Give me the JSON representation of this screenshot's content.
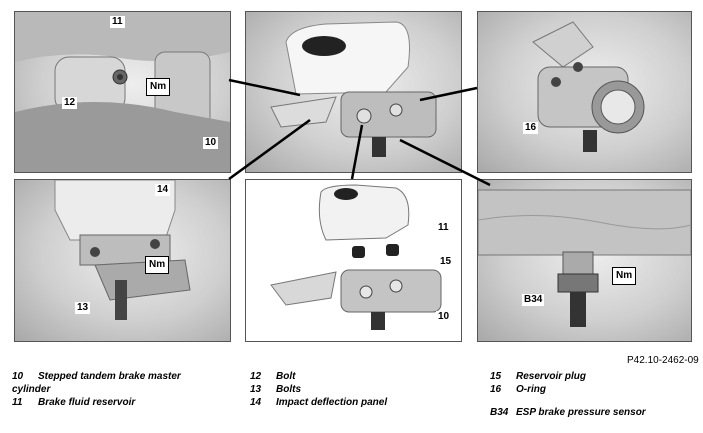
{
  "callouts": {
    "tl_11": "11",
    "tl_12": "12",
    "tl_10": "10",
    "tr_16": "16",
    "bl_14": "14",
    "bl_13": "13",
    "bc_11": "11",
    "bc_15": "15",
    "bc_10": "10",
    "br_b34": "B34"
  },
  "nm_label": "Nm",
  "figure_id": "P42.10-2462-09",
  "legend": {
    "col1": [
      {
        "num": "10",
        "text": "Stepped tandem brake master",
        "cont": "cylinder"
      },
      {
        "num": "11",
        "text": "Brake fluid reservoir"
      }
    ],
    "col2": [
      {
        "num": "12",
        "text": "Bolt"
      },
      {
        "num": "13",
        "text": "Bolts"
      },
      {
        "num": "14",
        "text": "Impact deflection panel"
      }
    ],
    "col3": [
      {
        "num": "15",
        "text": "Reservoir plug"
      },
      {
        "num": "16",
        "text": "O-ring"
      },
      {
        "num": "B34",
        "text": "ESP brake pressure sensor"
      }
    ]
  }
}
